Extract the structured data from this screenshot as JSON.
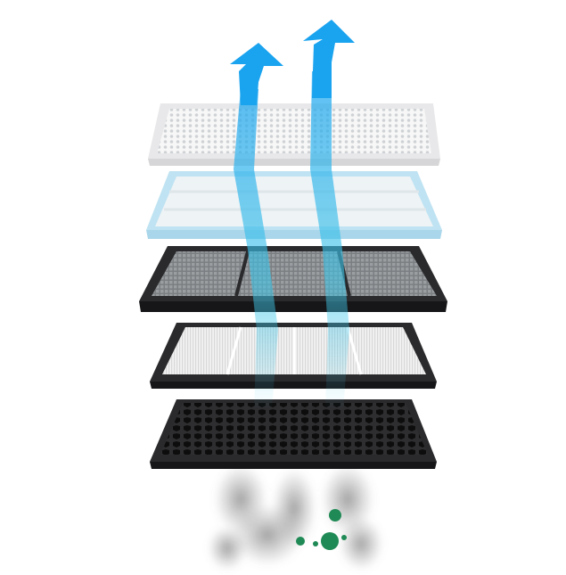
{
  "illustration": {
    "subject": "air-filter-layers",
    "layers": [
      {
        "id": "pre-mesh",
        "frame_color": "#e8e8ea",
        "fill_color": "#f4f4f4"
      },
      {
        "id": "cold-catalyst",
        "frame_color": "#bfe3f2",
        "fill_color": "#eef3f6"
      },
      {
        "id": "carbon-grid",
        "frame_color": "#2a2a2c",
        "fill_color": "#6e7275"
      },
      {
        "id": "hepa",
        "frame_color": "#2a2a2c",
        "fill_color": "#f2f2f2"
      },
      {
        "id": "honeycomb",
        "frame_color": "#2a2a2c",
        "fill_color": "#1a1a1a"
      }
    ],
    "colors": {
      "clean_air_arrow": "#1aa3ef",
      "air_stream": "#3fc6e8",
      "smoke": "#6b6b6b",
      "germ": "#1f8a55"
    },
    "icons": [
      "arrow-up-icon",
      "germ-icon"
    ]
  }
}
